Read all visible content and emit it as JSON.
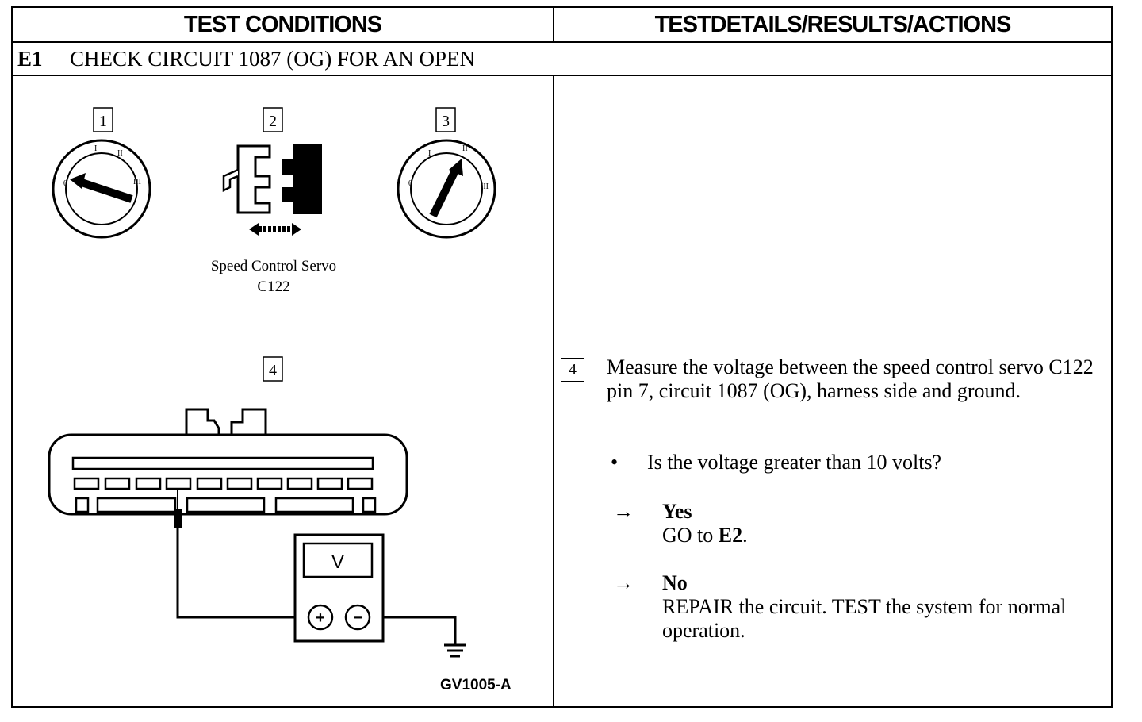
{
  "header": {
    "left": "TEST CONDITIONS",
    "right": "TESTDETAILS/RESULTS/ACTIONS"
  },
  "section": {
    "id": "E1",
    "title": "CHECK CIRCUIT 1087 (OG) FOR AN OPEN"
  },
  "steps": {
    "s1": "1",
    "s2": "2",
    "s3": "3",
    "s4": "4"
  },
  "ignition_labels": {
    "off": "0",
    "i": "I",
    "ii": "II",
    "iii": "III"
  },
  "connector_caption": {
    "line1": "Speed Control Servo",
    "line2": "C122"
  },
  "meter": {
    "unit": "V",
    "plus": "+",
    "minus": "−"
  },
  "figure_id": "GV1005-A",
  "details": {
    "step": "4",
    "instruction": "Measure the voltage between the speed control servo C122 pin 7, circuit 1087 (OG), harness side and ground.",
    "bullet": "•",
    "question": "Is the voltage greater than 10 volts?",
    "arrow": "→",
    "yes_label": "Yes",
    "yes_action_prefix": "GO to ",
    "yes_action_target": "E2",
    "yes_action_suffix": ".",
    "no_label": "No",
    "no_action": "REPAIR the circuit. TEST the system for normal operation."
  }
}
